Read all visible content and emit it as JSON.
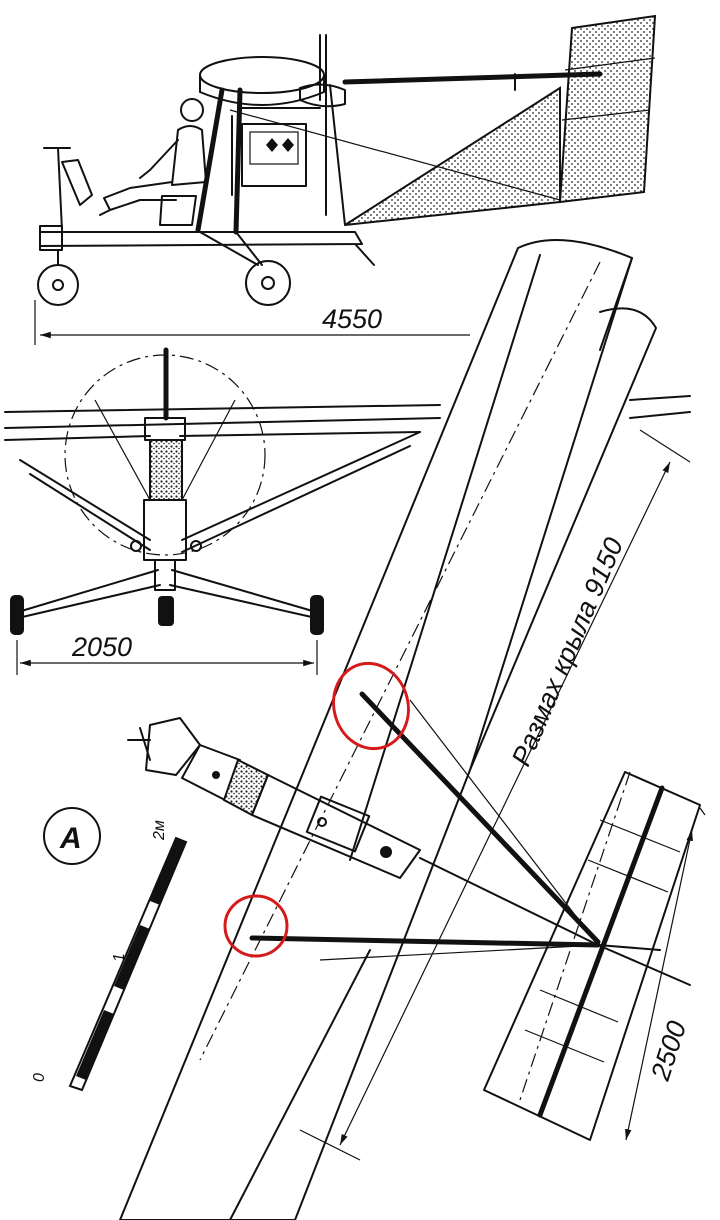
{
  "dimensions": {
    "length": "4550",
    "track": "2050",
    "wingspan": "Размах крыла 9150",
    "stabilizer": "2500"
  },
  "view_label": "A",
  "scale_bar": {
    "top": "2м",
    "middle": "1",
    "bottom": "0"
  },
  "colors": {
    "line": "#111111",
    "highlight": "#d41a1a"
  }
}
